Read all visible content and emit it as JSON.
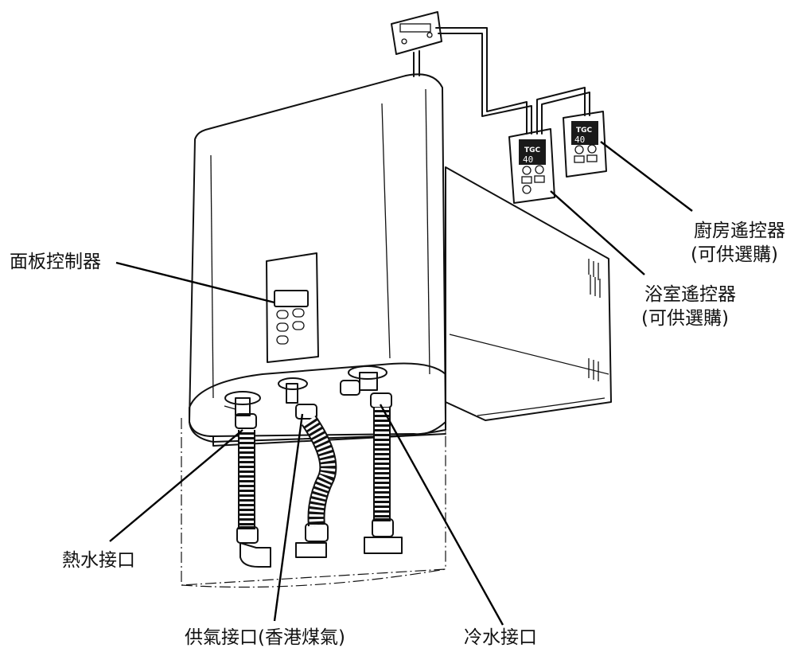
{
  "labels": {
    "panel_controller": "面板控制器",
    "kitchen_remote_line1": "廚房遙控器",
    "kitchen_remote_line2": "(可供選購)",
    "bathroom_remote_line1": "浴室遙控器",
    "bathroom_remote_line2": "(可供選購)",
    "hot_water_outlet": "熱水接口",
    "gas_inlet": "供氣接口(香港煤氣)",
    "cold_water_inlet": "冷水接口"
  },
  "remote_display": {
    "brand": "TGC",
    "temperature": "40"
  }
}
